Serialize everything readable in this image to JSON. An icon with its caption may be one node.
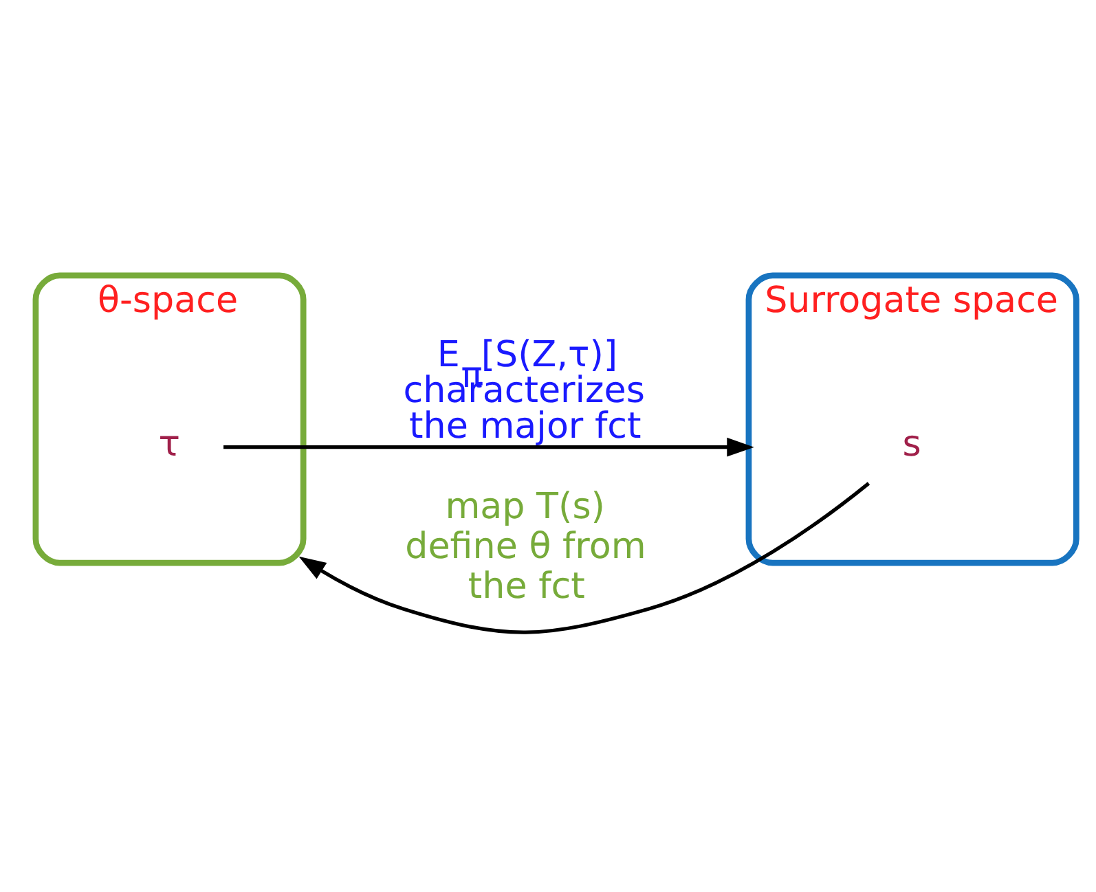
{
  "diagram": {
    "nodes": [
      {
        "text": [
          "θ-space"
        ]
      },
      {
        "text": [
          "τ"
        ],
        "in": 0
      },
      {
        "text": [
          "Surrogate space"
        ]
      },
      {
        "text": [
          "s"
        ],
        "in": 2
      }
    ],
    "edges": [
      {
        "from": 1,
        "to": 2,
        "arrow": "to",
        "label": "E$_{π}$[S(Z,τ)] characterizes the major fct"
      },
      {
        "from": 3,
        "to": 0,
        "arrow": "to",
        "label": "map T(s) define θ from the fct"
      }
    ]
  }
}
